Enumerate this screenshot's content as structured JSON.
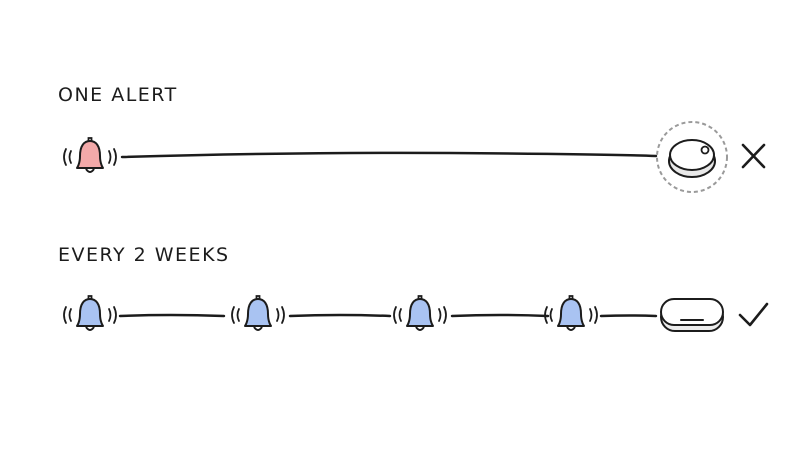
{
  "rows": [
    {
      "label": "ONE ALERT",
      "bell_color": "#f3a9a9",
      "bell_count": 1,
      "device": "round-tracker",
      "status_icon": "x-mark-icon"
    },
    {
      "label": "EVERY 2 WEEKS",
      "bell_color": "#a9c3f2",
      "bell_count": 4,
      "device": "oval-tracker",
      "status_icon": "check-mark-icon"
    }
  ],
  "colors": {
    "ink": "#1c1c1c",
    "alert_bell": "#f3a9a9",
    "reminder_bell": "#a9c3f2",
    "device_fill": "#ffffff",
    "dashed_ring": "#9a9a9a"
  }
}
